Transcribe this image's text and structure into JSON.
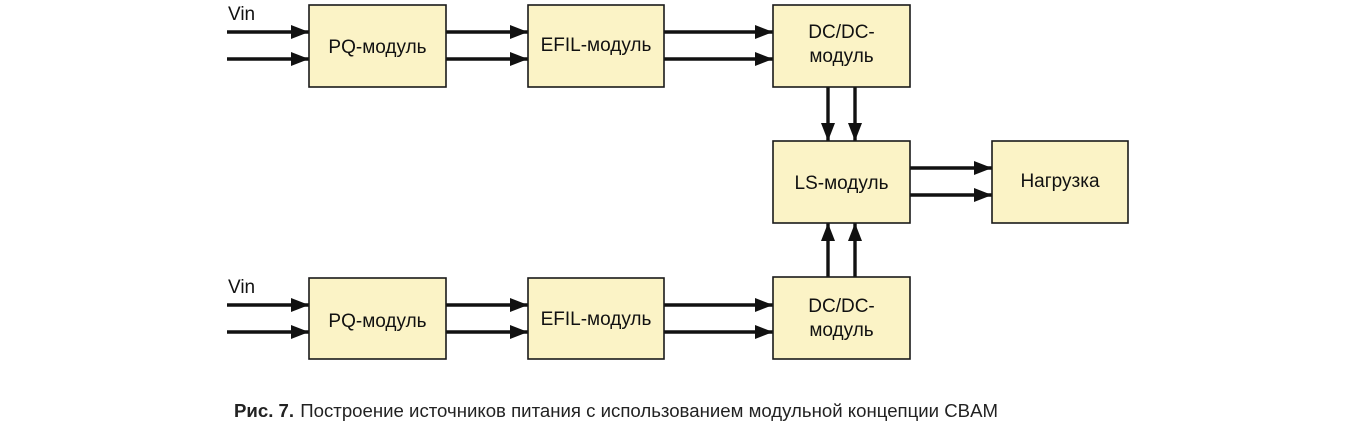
{
  "diagram": {
    "blocks": {
      "pq_top": "PQ-модуль",
      "efil_top": "EFIL-модуль",
      "dcdc_top_line1": "DC/DC-",
      "dcdc_top_line2": "модуль",
      "ls": "LS-модуль",
      "load": "Нагрузка",
      "pq_bottom": "PQ-модуль",
      "efil_bottom": "EFIL-модуль",
      "dcdc_bottom_line1": "DC/DC-",
      "dcdc_bottom_line2": "модуль"
    },
    "inputs": {
      "vin_top": "Vin",
      "vin_bottom": "Vin"
    },
    "colors": {
      "block_fill": "#fbf3c6",
      "line": "#111111"
    }
  },
  "caption": {
    "label": "Рис. 7.",
    "text": "Построение источников питания с использованием модульной концепции CBAM"
  }
}
